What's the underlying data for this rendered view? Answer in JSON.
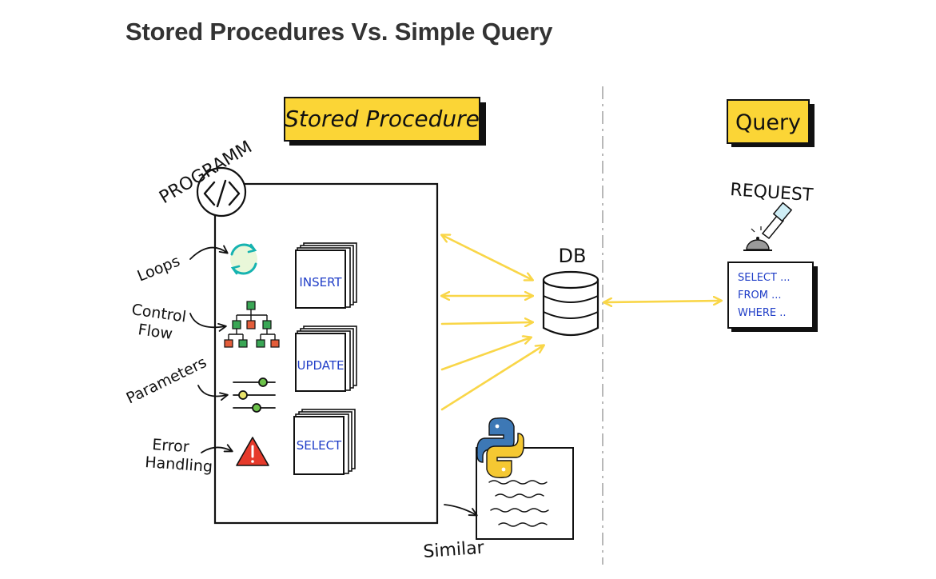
{
  "page": {
    "title": "Stored Procedures Vs. Simple Query"
  },
  "stored_procedure": {
    "banner": "Stored Procedure",
    "program_label": "PROGRAMM",
    "program_icon": "code-icon",
    "features": [
      {
        "label_lines": [
          "Loops"
        ],
        "icon": "cycle-arrows-icon"
      },
      {
        "label_lines": [
          "Control",
          "Flow"
        ],
        "icon": "flow-tree-icon"
      },
      {
        "label_lines": [
          "Parameters"
        ],
        "icon": "sliders-icon"
      },
      {
        "label_lines": [
          "Error",
          "Handling"
        ],
        "icon": "warning-icon"
      }
    ],
    "statements": [
      "INSERT",
      "UPDATE",
      "SELECT"
    ],
    "similar_label": "Similar",
    "similar_icon": "python-icon"
  },
  "db": {
    "label": "DB",
    "icon": "database-icon"
  },
  "query": {
    "banner": "Query",
    "request_label": "REQUEST",
    "request_icon": "service-bell-icon",
    "sql_lines": [
      "SELECT ...",
      "FROM ...",
      "WHERE .."
    ]
  },
  "colors": {
    "banner_yellow": "#fbd536",
    "arrow_yellow": "#f9d648",
    "sql_blue": "#1f3dc7",
    "warning_red": "#e63a2b",
    "tree_green": "#3aa655",
    "python_blue": "#3d78b5",
    "python_yellow": "#f5c832"
  }
}
